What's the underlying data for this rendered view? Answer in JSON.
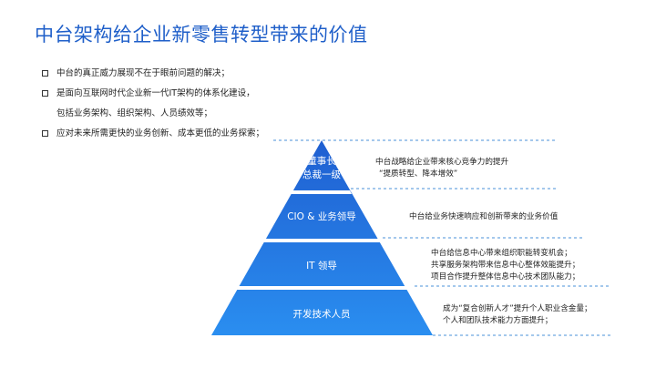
{
  "title": "中台架构给企业新零售转型带来的价值",
  "bullets": [
    {
      "text": "中台的真正威力展现不在于眼前问题的解决；",
      "has_box": true
    },
    {
      "text": "是面向互联网时代企业新一代IT架构的体系化建设，",
      "has_box": true
    },
    {
      "text": "包括业务架构、组织架构、人员绩效等；",
      "has_box": false
    },
    {
      "text": "应对未来所需更快的业务创新、成本更低的业务探索；",
      "has_box": true
    }
  ],
  "pyramid": {
    "colors": {
      "top": "#1f5fd1",
      "bottom": "#2a8ef0",
      "separator": "#ffffff",
      "dash": "#4a90d9"
    },
    "tiers": [
      {
        "label_line1": "董事长",
        "label_line2": "总裁一级",
        "desc": [
          "中台战略给企业带来核心竞争力的提升",
          "“提质转型、降本增效”"
        ]
      },
      {
        "label_line1": "CIO & 业务领导",
        "label_line2": "",
        "desc": [
          "中台给业务快速响应和创新带来的业务价值"
        ]
      },
      {
        "label_line1": "IT 领导",
        "label_line2": "",
        "desc": [
          "中台给信息中心带来组织职能转变机会；",
          "共享服务架构带来信息中心整体效能提升；",
          "项目合作提升整体信息中心技术团队能力；"
        ]
      },
      {
        "label_line1": "开发技术人员",
        "label_line2": "",
        "desc": [
          "成为“复合创新人才”提升个人职业含金量；",
          "个人和团队技术能力方面提升；"
        ]
      }
    ]
  }
}
